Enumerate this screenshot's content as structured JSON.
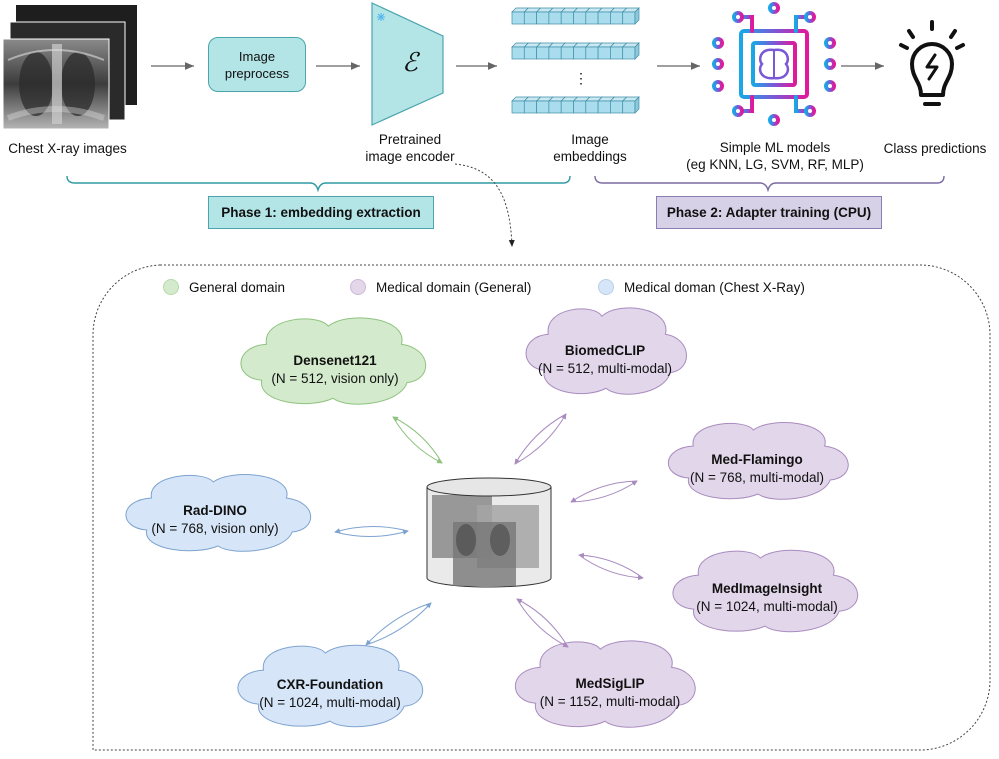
{
  "pipeline": {
    "input_label": "Chest X-ray images",
    "preprocess_label_line1": "Image",
    "preprocess_label_line2": "preprocess",
    "encoder_symbol": "ℰ",
    "encoder_label_line1": "Pretrained",
    "encoder_label_line2": "image encoder",
    "embeddings_label_line1": "Image",
    "embeddings_label_line2": "embeddings",
    "embeddings_ellipsis": "⋮",
    "ml_label_line1": "Simple ML models",
    "ml_label_line2": "(eg KNN, LG, SVM, RF, MLP)",
    "prediction_label": "Class predictions",
    "phase1_label": "Phase 1: embedding extraction",
    "phase2_label": "Phase 2: Adapter training (CPU)"
  },
  "legend": [
    {
      "label": "General domain",
      "color": "#d3ebcc"
    },
    {
      "label": "Medical domain (General)",
      "color": "#e4d7ea"
    },
    {
      "label": "Medical doman (Chest X-Ray)",
      "color": "#d6e6f8"
    }
  ],
  "models": [
    {
      "name": "Densenet121",
      "detail": "(N = 512, vision only)",
      "domain": "general"
    },
    {
      "name": "BiomedCLIP",
      "detail": "(N = 512, multi-modal)",
      "domain": "medical-general"
    },
    {
      "name": "Med-Flamingo",
      "detail": "(N = 768, multi-modal)",
      "domain": "medical-general"
    },
    {
      "name": "Rad-DINO",
      "detail": "(N = 768, vision only)",
      "domain": "medical-cxr"
    },
    {
      "name": "MedImageInsight",
      "detail": "(N = 1024, multi-modal)",
      "domain": "medical-general"
    },
    {
      "name": "CXR-Foundation",
      "detail": "(N = 1024, multi-modal)",
      "domain": "medical-cxr"
    },
    {
      "name": "MedSigLIP",
      "detail": "(N = 1152, multi-modal)",
      "domain": "medical-general"
    }
  ],
  "colors": {
    "teal_fill": "#b3e4e6",
    "teal_stroke": "#4aa5ad",
    "purple_fill": "#d6d1e6",
    "purple_stroke": "#8c7eb2",
    "green_cloud": "#d3ebcc",
    "green_stroke": "#8fc27f",
    "purple_cloud": "#e2d6ea",
    "purple_cloud_stroke": "#a98bbf",
    "blue_cloud": "#d6e6f8",
    "blue_stroke": "#7ea3cf"
  }
}
